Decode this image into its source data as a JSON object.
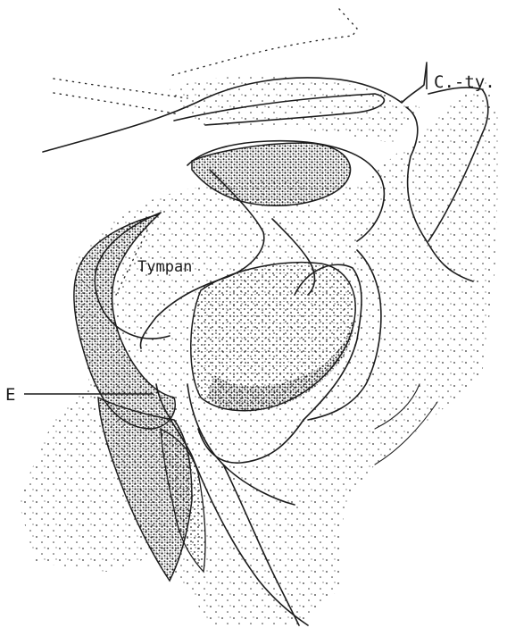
{
  "figure": {
    "labels": {
      "c_ty": "C.-ty.",
      "tympan": "Tympan",
      "e": "E"
    },
    "colors": {
      "ink": "#1c1c1c",
      "paper": "#ffffff"
    }
  }
}
